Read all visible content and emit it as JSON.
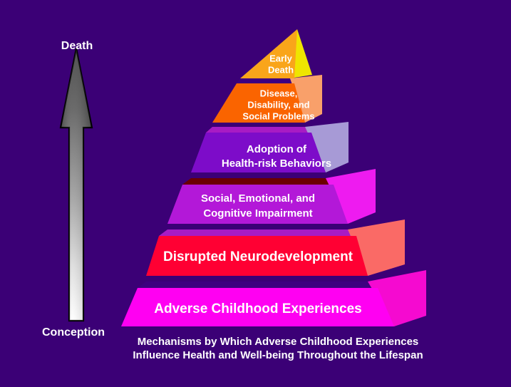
{
  "background_color": "#3b0076",
  "pyramid": {
    "title_caption": {
      "line1": "Mechanisms by Which Adverse Childhood Experiences",
      "line2": "Influence Health and Well-being Throughout the Lifespan"
    },
    "tiers": [
      {
        "id": "early-death",
        "lines": [
          "Early",
          "Death"
        ],
        "front_color": "#f9a51a",
        "side_color": "#efe500",
        "divider_color": "#b34b00",
        "font_size": 13
      },
      {
        "id": "disease-disability",
        "lines": [
          "Disease,",
          "Disability, and",
          "Social Problems"
        ],
        "front_color": "#fa6400",
        "side_color": "#f9a06a",
        "divider_color": "#3d0080",
        "font_size": 13
      },
      {
        "id": "health-risk-behaviors",
        "lines": [
          "Adoption of",
          "Health-risk Behaviors"
        ],
        "front_color": "#7d0cc9",
        "side_color": "#a79ad6",
        "divider_color": "#a81bc4",
        "font_size": 15
      },
      {
        "id": "social-emotional-cognitive",
        "lines": [
          "Social, Emotional, and",
          "Cognitive Impairment"
        ],
        "front_color": "#b318d8",
        "side_color": "#ee1bf0",
        "divider_color": "#6b0000",
        "font_size": 15
      },
      {
        "id": "disrupted-neurodevelopment",
        "lines": [
          "Disrupted Neurodevelopment"
        ],
        "front_color": "#ff0033",
        "side_color": "#fa6a66",
        "divider_color": "#a81bc4",
        "font_size": 19
      },
      {
        "id": "adverse-childhood-experiences",
        "lines": [
          "Adverse Childhood Experiences"
        ],
        "front_color": "#ff00f2",
        "side_color": "#f50ad0",
        "divider_color": "#3d0080",
        "font_size": 19
      }
    ]
  },
  "lifespan_axis": {
    "top_label": "Death",
    "bottom_label": "Conception",
    "arrow_tip_color": "#4a4a4a",
    "arrow_base_color": "#ffffff",
    "arrow_outline_color": "#000000"
  }
}
